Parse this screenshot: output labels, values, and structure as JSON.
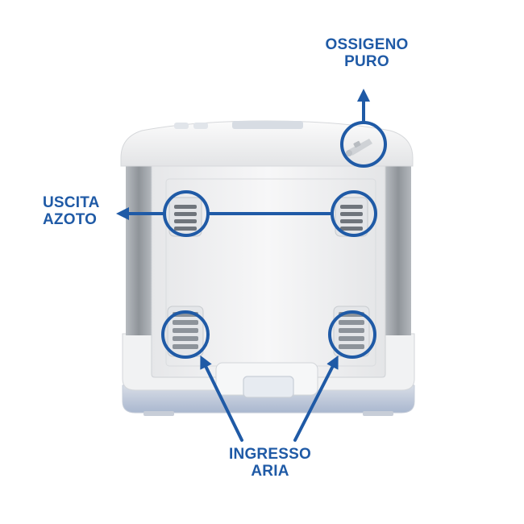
{
  "labels": {
    "oxygen": {
      "line1": "OSSIGENO",
      "line2": "PURO"
    },
    "nitrogen": {
      "line1": "USCITA",
      "line2": "AZOTO"
    },
    "air": {
      "line1": "INGRESSO",
      "line2": "ARIA"
    }
  },
  "colors": {
    "accent": "#1f5aa6",
    "device_body": "#f2f3f4",
    "device_shadow": "#c9cdd2",
    "base_tint": "#b9c6dc",
    "side_panel": "#9ea3a8"
  }
}
